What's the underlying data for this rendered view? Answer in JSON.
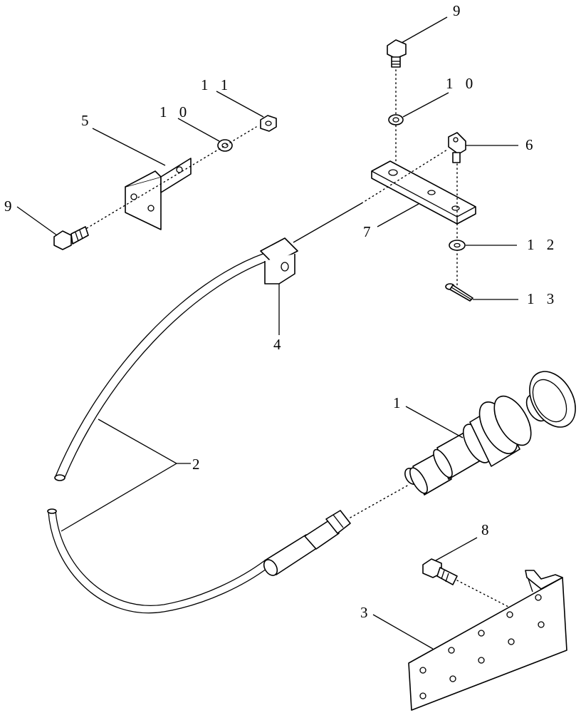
{
  "labels": {
    "p1": "1",
    "p2": "2",
    "p3": "3",
    "p4": "4",
    "p5": "5",
    "p6": "6",
    "p7": "7",
    "p8": "8",
    "p9_top": "9",
    "p9_left": "9",
    "p10_top": "1 0",
    "p10_left": "1 0",
    "p11": "1 1",
    "p12": "1 2",
    "p13": "1 3"
  }
}
